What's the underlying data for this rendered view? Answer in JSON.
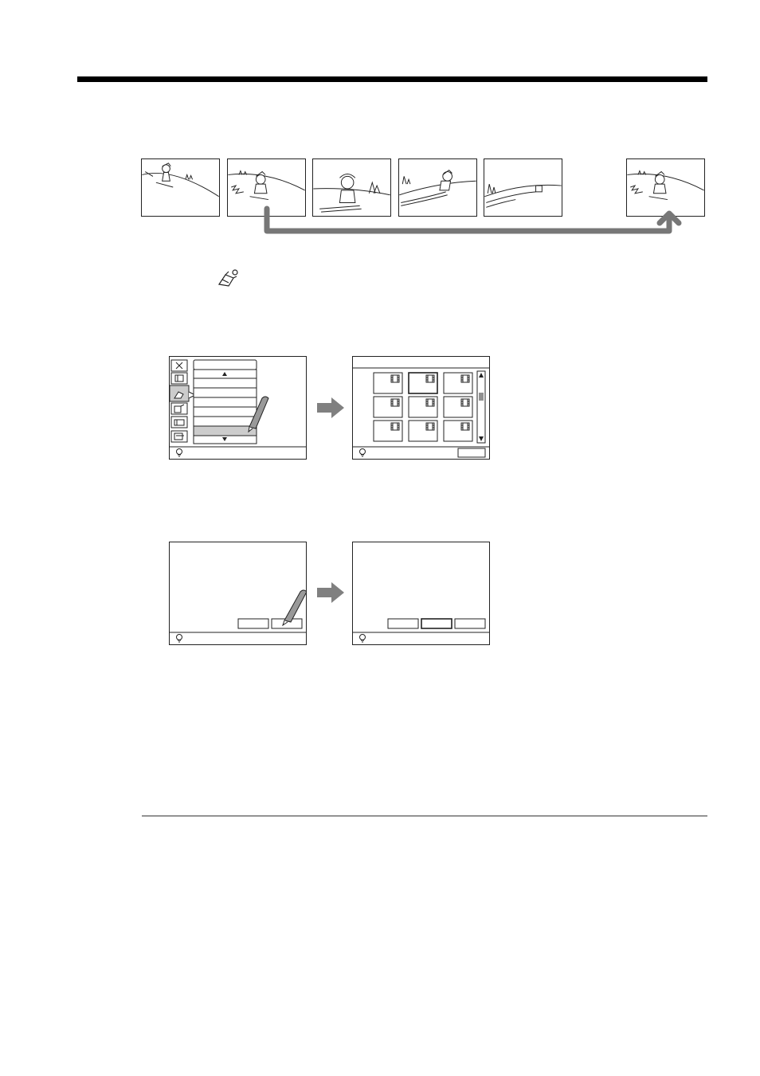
{
  "page": {
    "rules": [
      "top-heavy-rule",
      "bottom-thin-rule"
    ]
  },
  "sequence": {
    "frames": [
      "frame-1",
      "frame-2-loop-start",
      "frame-3",
      "frame-4",
      "frame-5",
      "frame-6-loop-end"
    ],
    "loop_arrow_color": "#777777"
  },
  "icons": {
    "mode_icon": "special-effect-icon",
    "tip_icon": "lightbulb-icon",
    "close_icon": "close-x-icon",
    "film_icon": "film-strip-icon",
    "pen_icon": "stylus-pen-icon",
    "next_arrow": "right-arrow-icon"
  },
  "colors": {
    "ink": "#222222",
    "highlight": "#cccccc",
    "arrow_fill": "#808080",
    "pen_fill": "#999999"
  }
}
